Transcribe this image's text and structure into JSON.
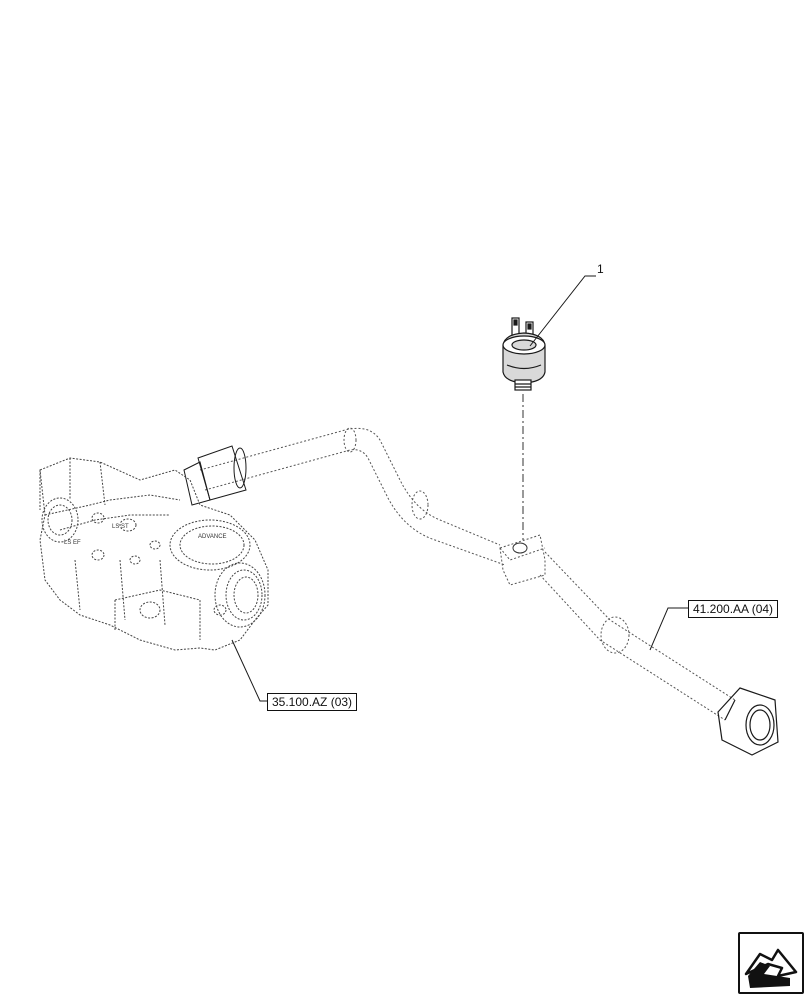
{
  "diagram": {
    "item_label": "1",
    "callouts": {
      "valve_ref": "35.100.AZ (03)",
      "tube_ref": "41.200.AA (04)"
    },
    "valve_markings": {
      "side": "LS EF",
      "side2": "LS ST",
      "top": "ADVANCE"
    },
    "colors": {
      "line": "#1a1a1a",
      "dashed": "#555555",
      "sensor_fill": "#d9d9d9"
    }
  },
  "nav": {
    "icon": "next-page-arrow-icon"
  }
}
